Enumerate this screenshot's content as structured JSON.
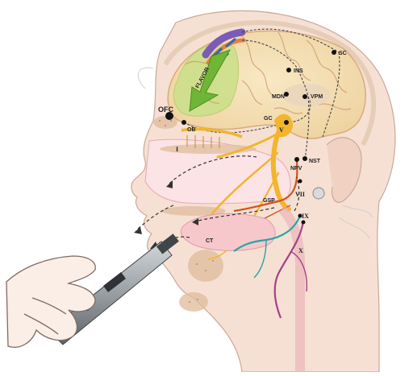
{
  "labels": {
    "flavor": "FLAVOR",
    "ofc": "OFC",
    "ob": "OB",
    "i": "I",
    "gc": "GC",
    "ins": "INS",
    "mdn": "MDN",
    "vpm": "VPM",
    "sc": "SC",
    "v": "V",
    "npv": "NPV",
    "nst": "NST",
    "vii": "VII",
    "gsp": "GSP",
    "ix": "IX",
    "x": "X",
    "ct": "CT"
  },
  "colors": {
    "brain": "#f3dfb6",
    "brain_outline": "#e0b994",
    "frontal_lobe": "#cde08a",
    "flavor_arrow": "#6fb536",
    "skin": "#f6e0d3",
    "nasal_cavity": "#fbe3e6",
    "trigeminal": "#f2b52c",
    "facial_nerve": "#d0541f",
    "glossopharyngeal": "#25a5a6",
    "vagus": "#a5418a",
    "device": "#8e9398",
    "device_dark": "#404549"
  }
}
